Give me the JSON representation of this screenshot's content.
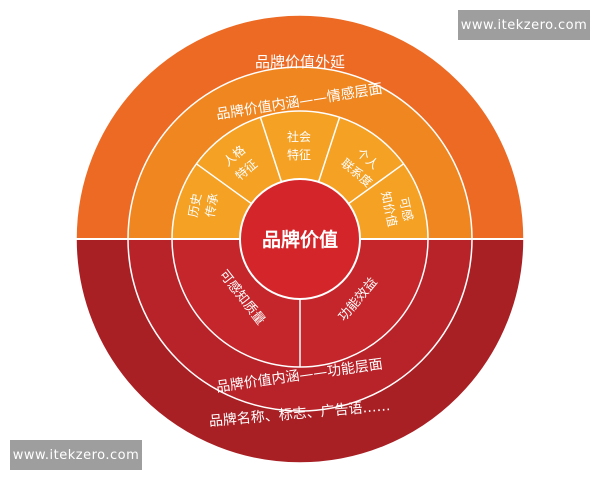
{
  "diagram": {
    "center": "品牌价值",
    "ring_outer_top": "品牌价值外延",
    "ring_emotion": "品牌价值内涵——情感层面",
    "emotion_segments": [
      {
        "line1": "历史",
        "line2": "传承"
      },
      {
        "line1": "人格",
        "line2": "特征"
      },
      {
        "line1": "社会",
        "line2": "特征"
      },
      {
        "line1": "个人",
        "line2": "联系度"
      },
      {
        "line1": "可感",
        "line2": "知价值"
      }
    ],
    "function_segments": [
      "可感知质量",
      "功能效益"
    ],
    "ring_function": "品牌价值内涵——功能层面",
    "ring_outer_bottom": "品牌名称、标志、广告语……"
  },
  "watermarks": {
    "top": "www.itekzero.com",
    "bottom": "www.itekzero.com"
  },
  "colors": {
    "outer_top": "#ec6a24",
    "emotion_ring": "#ef8620",
    "emotion_segments": "#f4a124",
    "center": "#d4252a",
    "outer_bottom": "#a81f24",
    "function_ring": "#b8232a",
    "function_segments": "#c4262b"
  }
}
